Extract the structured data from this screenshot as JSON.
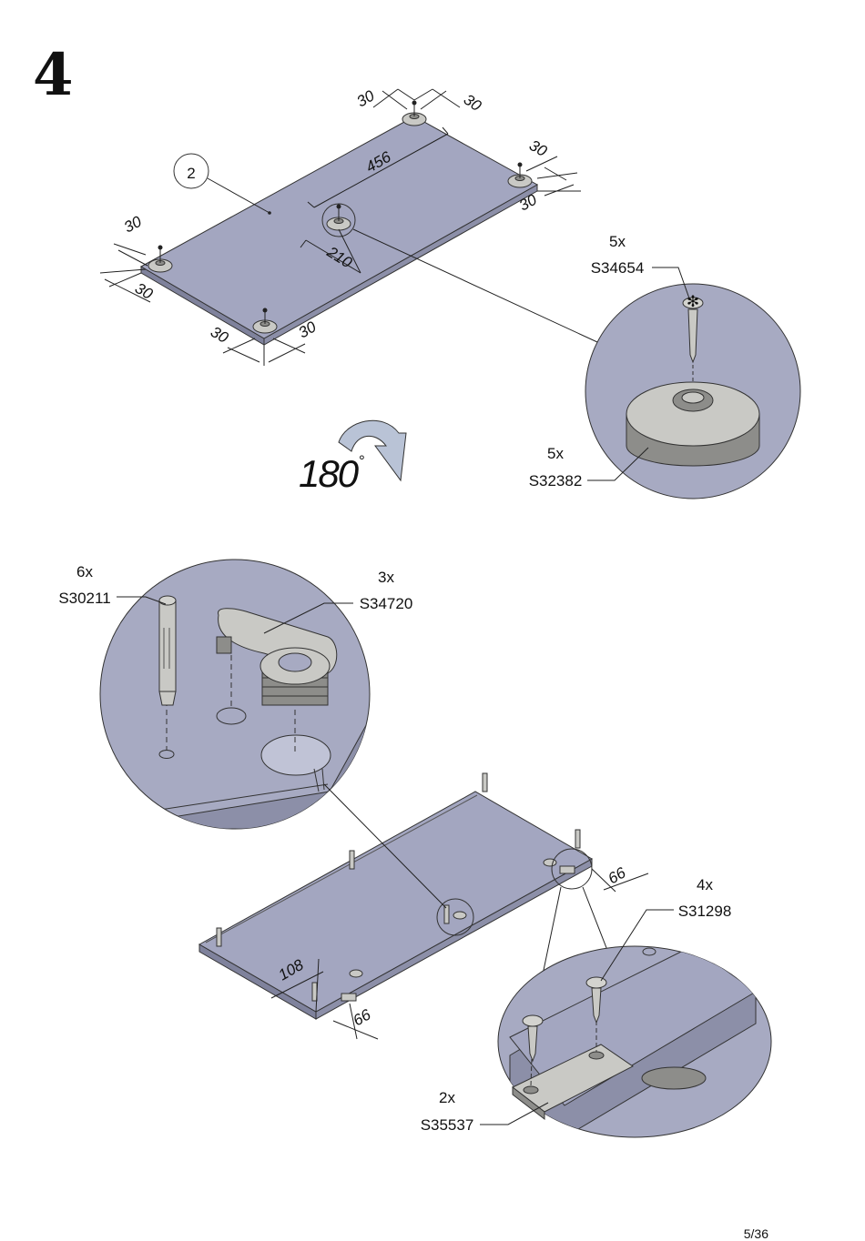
{
  "step": {
    "number": "4"
  },
  "page": {
    "number": "5/36"
  },
  "colors": {
    "panel": "#a3a6c0",
    "panel_edge": "#7f829c",
    "detail_bg": "#a7aac2",
    "part": "#c9c9c5",
    "part_dark": "#8d8d8a"
  },
  "top_assembly": {
    "panel_callout": "2",
    "dimensions": {
      "d1": "30",
      "d2": "30",
      "d3": "30",
      "d4": "30",
      "d5": "30",
      "d6": "30",
      "d7": "30",
      "d8": "30",
      "long": "456",
      "short": "210"
    },
    "rotation": {
      "angle": "180",
      "unit": "°"
    },
    "parts": [
      {
        "qty": "5x",
        "code": "S34654"
      },
      {
        "qty": "5x",
        "code": "S32382"
      }
    ]
  },
  "bottom_assembly": {
    "dimensions": {
      "a": "66",
      "b": "108",
      "c": "66"
    },
    "parts": [
      {
        "qty": "6x",
        "code": "S30211"
      },
      {
        "qty": "3x",
        "code": "S34720"
      },
      {
        "qty": "4x",
        "code": "S31298"
      },
      {
        "qty": "2x",
        "code": "S35537"
      }
    ]
  }
}
